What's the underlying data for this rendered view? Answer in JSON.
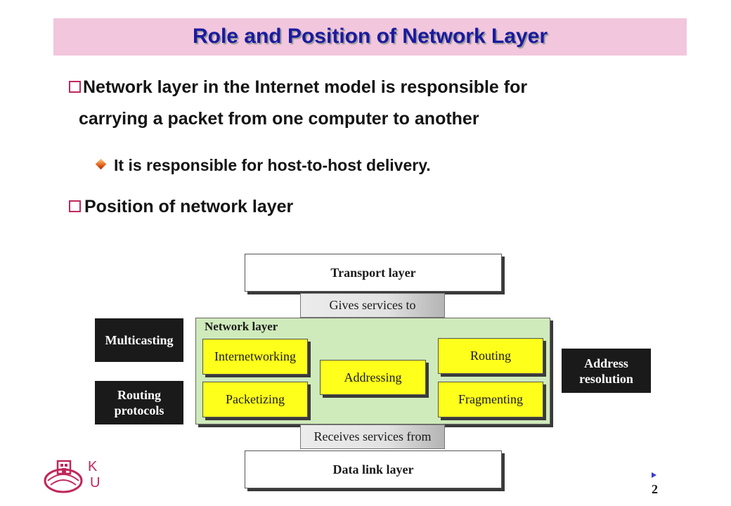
{
  "slide": {
    "title": "Role  and Position of Network Layer",
    "bullets": {
      "b1_line1": "Network layer in the Internet model is responsible for",
      "b1_line2": "carrying a packet from one computer to another",
      "sub1": "It is responsible for host-to-host delivery.",
      "b2": "Position of network layer"
    },
    "page_number": "2"
  },
  "diagram": {
    "transport": "Transport layer",
    "gives": "Gives services to",
    "network_label": "Network layer",
    "internetworking": "Internetworking",
    "addressing": "Addressing",
    "routing": "Routing",
    "packetizing": "Packetizing",
    "fragmenting": "Fragmenting",
    "receives": "Receives services from",
    "datalink": "Data link layer",
    "multicasting": "Multicasting",
    "routing_protocols_l1": "Routing",
    "routing_protocols_l2": "protocols",
    "address_resolution_l1": "Address",
    "address_resolution_l2": "resolution"
  },
  "footer": {
    "logo_text_l1": "K",
    "logo_text_l2": "U"
  },
  "colors": {
    "title_band": "#f2c6dd",
    "title_text": "#1a1a9e",
    "bullet_box": "#c0285a",
    "network_area": "#cfeabb",
    "function_box": "#ffff1c",
    "side_box": "#1a1a1a"
  },
  "icons": {
    "bullet": "hollow-square-icon",
    "sub_bullet": "diamond-icon",
    "logo": "university-seal-icon",
    "page_marker": "triangle-icon"
  }
}
